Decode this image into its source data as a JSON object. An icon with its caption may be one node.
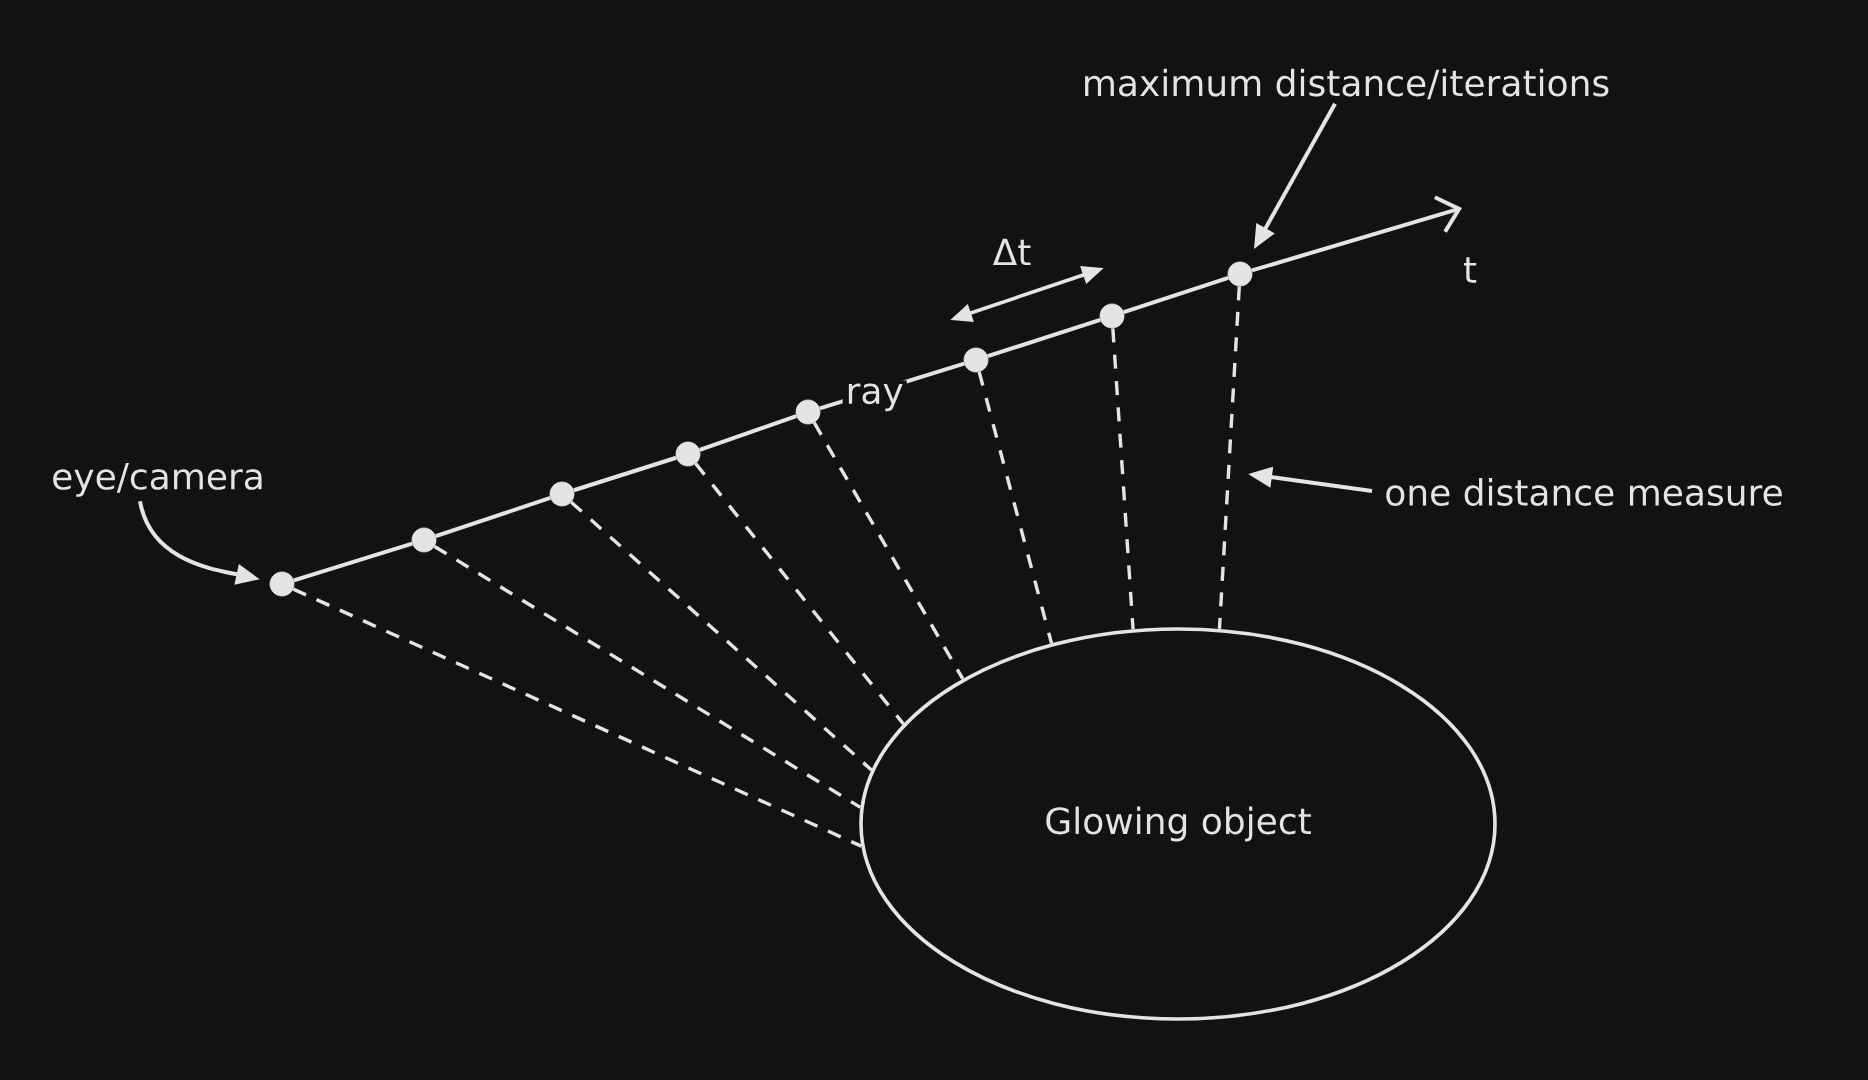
{
  "diagram": {
    "nodes": [
      {
        "text": [
          "maximum distance/iterations"
        ]
      },
      {
        "text": [
          "eye/camera"
        ]
      },
      {
        "text": [
          "one distance measure"
        ]
      },
      {
        "text": [
          "Glowing object"
        ]
      },
      {
        "text": [],
        "shape": "circle"
      },
      {
        "text": [],
        "shape": "circle"
      },
      {
        "text": [],
        "shape": "circle"
      },
      {
        "text": [],
        "shape": "circle"
      },
      {
        "text": [],
        "shape": "circle"
      },
      {
        "text": [],
        "shape": "circle"
      },
      {
        "text": [],
        "shape": "circle"
      },
      {
        "text": [],
        "shape": "circle"
      }
    ],
    "edges": [
      {
        "from": 4,
        "to": 5,
        "arrow": "none"
      },
      {
        "from": 5,
        "to": 6,
        "arrow": "none"
      },
      {
        "from": 6,
        "to": 7,
        "arrow": "none"
      },
      {
        "from": 7,
        "to": 8,
        "arrow": "none"
      },
      {
        "from": 8,
        "to": 9,
        "arrow": "none",
        "label": "ray"
      },
      {
        "from": 9,
        "to": 10,
        "arrow": "none"
      },
      {
        "from": 10,
        "to": 11,
        "arrow": "none"
      },
      {
        "from": 11,
        "to": null,
        "arrow": "to"
      },
      {
        "from": 4,
        "to": 3,
        "arrow": "none",
        "style": "dashed"
      },
      {
        "from": 5,
        "to": 3,
        "arrow": "none",
        "style": "dashed"
      },
      {
        "from": 6,
        "to": 3,
        "arrow": "none",
        "style": "dashed"
      },
      {
        "from": 7,
        "to": 3,
        "arrow": "none",
        "style": "dashed"
      },
      {
        "from": 8,
        "to": 3,
        "arrow": "none",
        "style": "dashed"
      },
      {
        "from": 9,
        "to": 3,
        "arrow": "none",
        "style": "dashed"
      },
      {
        "from": 10,
        "to": 3,
        "arrow": "none",
        "style": "dashed"
      },
      {
        "from": 11,
        "to": 3,
        "arrow": "none",
        "style": "dashed"
      },
      {
        "from": 1,
        "to": 4,
        "arrow": "to"
      },
      {
        "from": 0,
        "to": 11,
        "arrow": "to"
      },
      {
        "from": 2,
        "to": null,
        "arrow": "to"
      }
    ],
    "labels": [
      "Δt",
      "t"
    ]
  }
}
